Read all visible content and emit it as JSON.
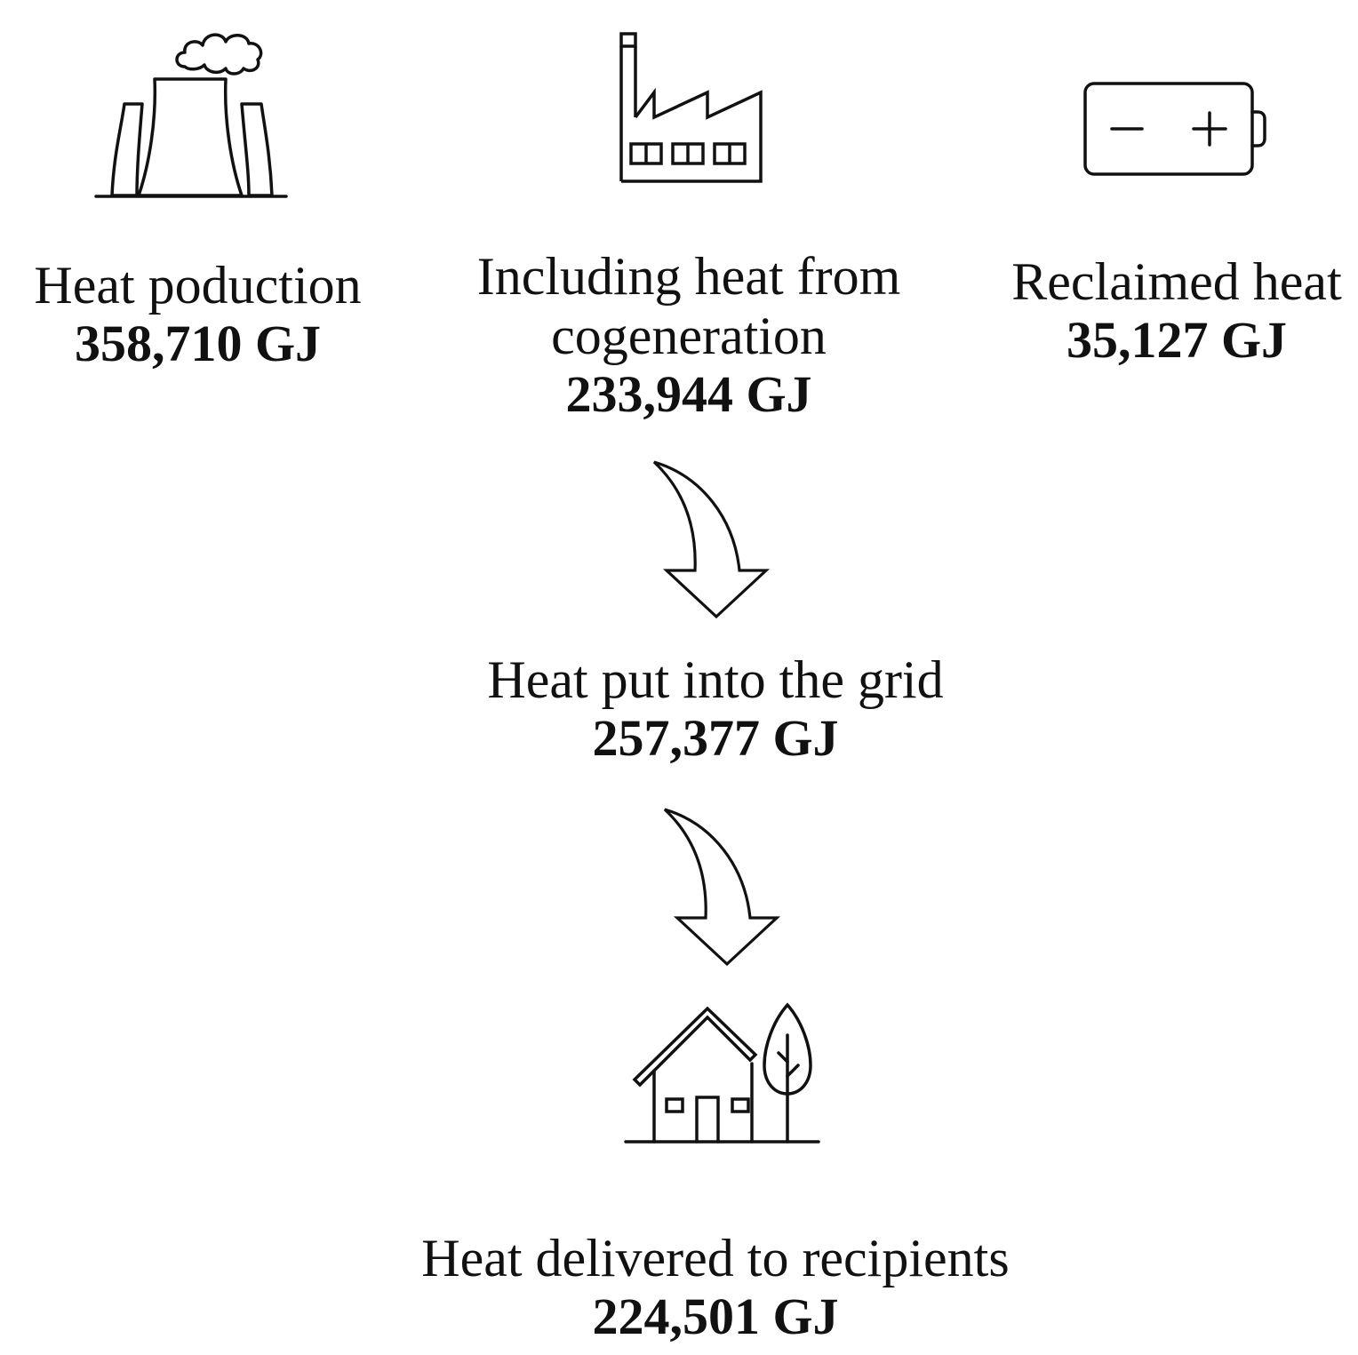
{
  "nodes": {
    "production": {
      "label": "Heat poduction",
      "value": "358,710 GJ",
      "icon": "power-plant-icon"
    },
    "cogeneration": {
      "label_line1": "Including heat from",
      "label_line2": "cogeneration",
      "value": "233,944 GJ",
      "icon": "factory-icon"
    },
    "reclaimed": {
      "label": "Reclaimed heat",
      "value": "35,127 GJ",
      "icon": "battery-icon"
    },
    "grid": {
      "label": "Heat put into the grid",
      "value": "257,377 GJ"
    },
    "delivered": {
      "label": "Heat delivered to recipients",
      "value": "224,501 GJ",
      "icon": "house-with-tree-icon"
    }
  },
  "colors": {
    "stroke": "#111111",
    "background": "#ffffff"
  }
}
